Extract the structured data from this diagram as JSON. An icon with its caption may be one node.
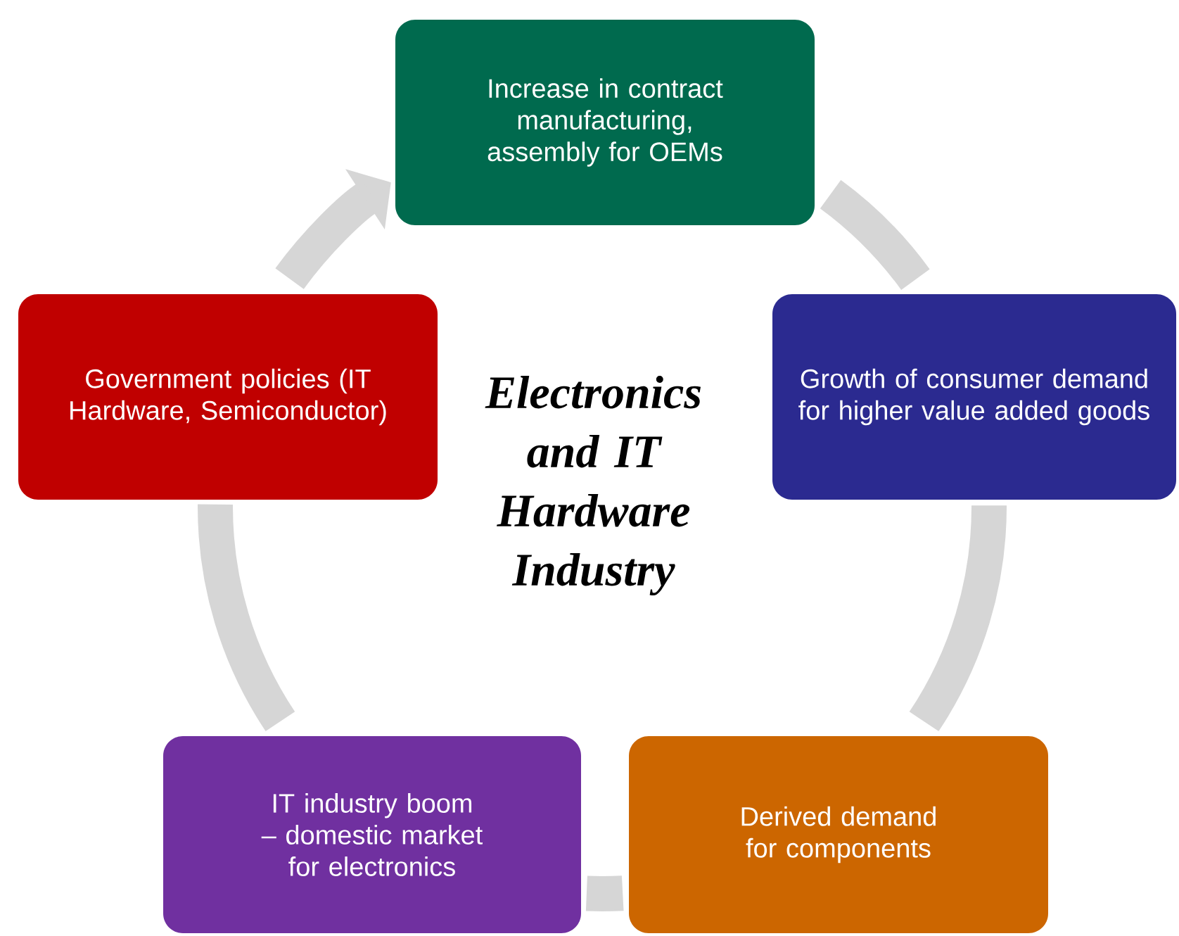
{
  "diagram": {
    "nodes": [
      {
        "text": [
          "Increase in contract manufacturing, assembly for OEMs"
        ]
      },
      {
        "text": [
          "Government policies (IT Hardware, Semiconductor)"
        ]
      },
      {
        "text": [
          "Growth of consumer demand for higher value added goods"
        ]
      },
      {
        "text": [
          "IT industry boom – domestic market for electronics"
        ]
      },
      {
        "text": [
          "Derived demand for components"
        ]
      }
    ],
    "edges": [
      {
        "from": 0,
        "to": 2,
        "arrow": "none"
      },
      {
        "from": 2,
        "to": 4,
        "arrow": "none"
      },
      {
        "from": 4,
        "to": 3,
        "arrow": "none"
      },
      {
        "from": 3,
        "to": 1,
        "arrow": "none"
      },
      {
        "from": 1,
        "to": 0,
        "arrow": "to"
      }
    ],
    "labels": [
      "Electronics and IT Hardware Industry"
    ]
  }
}
